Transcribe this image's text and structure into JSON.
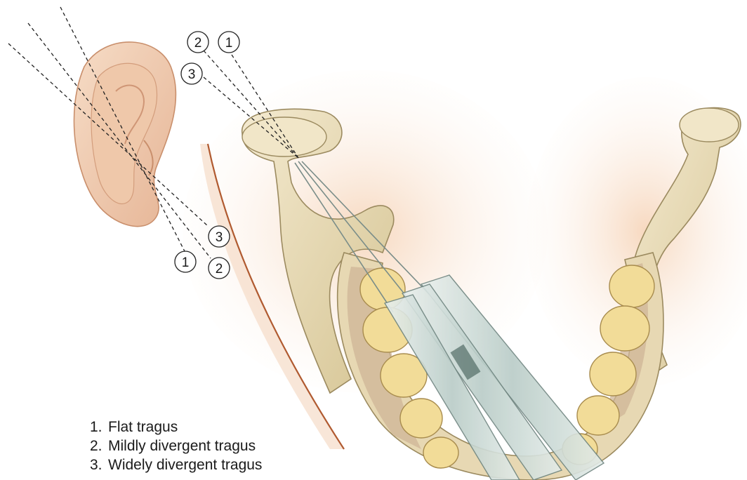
{
  "callouts": {
    "top_row": [
      "2",
      "1"
    ],
    "top_single": "3",
    "ear_right": "3",
    "ear_bottom_left": "1",
    "ear_bottom_right": "2"
  },
  "legend": [
    {
      "number": "1.",
      "label": "Flat tragus"
    },
    {
      "number": "2.",
      "label": "Mildly divergent tragus"
    },
    {
      "number": "3.",
      "label": "Widely divergent tragus"
    }
  ],
  "colors": {
    "skin": "#f3d6bd",
    "skin_shadow": "#e3b999",
    "bone": "#ece0bf",
    "bone_shadow": "#cdbb8d",
    "tooth": "#f2dc98",
    "gingiva": "#c9ad90",
    "syringe": "#9fb7b0",
    "cheek_line": "#b05a30"
  }
}
